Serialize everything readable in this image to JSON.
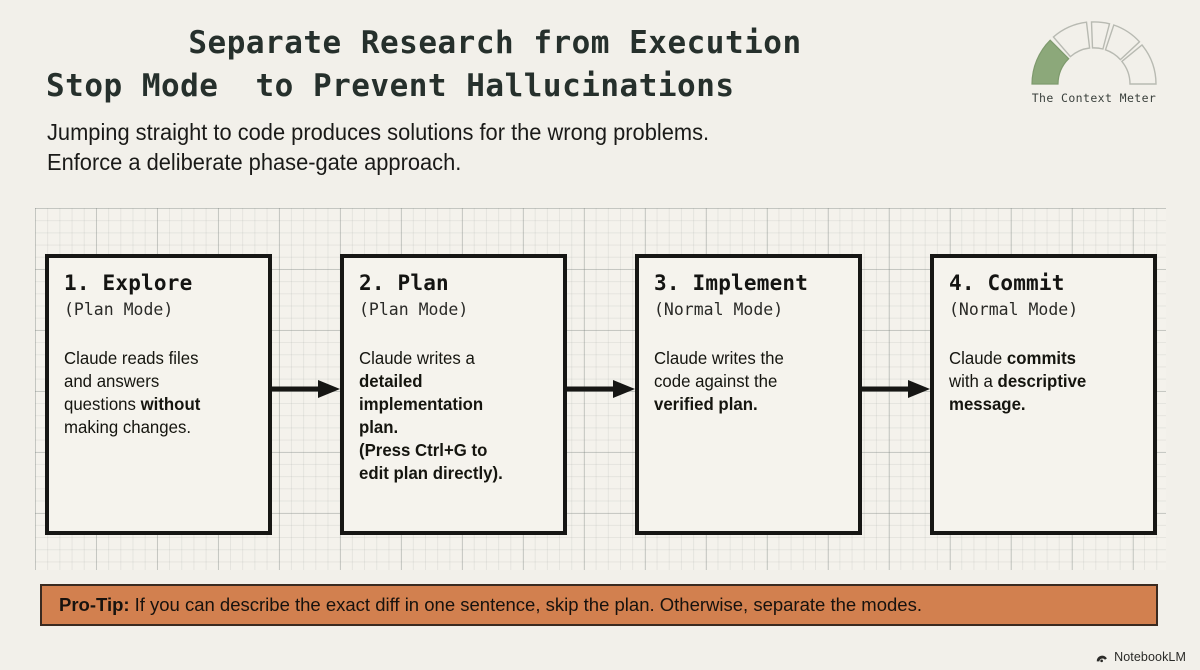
{
  "header": {
    "eyebrow": "Stop Mode",
    "title_lines": [
      "Separate Research from Execution",
      "to Prevent Hallucinations"
    ],
    "subtitle_lines": [
      "Jumping straight to code produces solutions for the wrong problems.",
      "Enforce a deliberate phase-gate approach."
    ]
  },
  "context_meter": {
    "label": "The Context Meter",
    "segments_total": 5,
    "segments_filled": 1,
    "fill_color": "#8ca87a",
    "empty_stroke": "#b8bab2"
  },
  "flow": {
    "arrow_count": 3,
    "cards": [
      {
        "title": "1. Explore",
        "mode": "(Plan Mode)",
        "body_lines": [
          [
            {
              "t": "Claude reads files",
              "b": false
            }
          ],
          [
            {
              "t": "and answers",
              "b": false
            }
          ],
          [
            {
              "t": "questions ",
              "b": false
            },
            {
              "t": "without",
              "b": true
            }
          ],
          [
            {
              "t": "making changes.",
              "b": false
            }
          ]
        ]
      },
      {
        "title": "2. Plan",
        "mode": "(Plan Mode)",
        "body_lines": [
          [
            {
              "t": "Claude writes a",
              "b": false
            }
          ],
          [
            {
              "t": "detailed",
              "b": true
            }
          ],
          [
            {
              "t": "implementation",
              "b": true
            }
          ],
          [
            {
              "t": "plan.",
              "b": true
            }
          ],
          [
            {
              "t": "(Press Ctrl+G to",
              "b": true
            }
          ],
          [
            {
              "t": "edit plan directly).",
              "b": true
            }
          ]
        ]
      },
      {
        "title": "3. Implement",
        "mode": "(Normal Mode)",
        "body_lines": [
          [
            {
              "t": "Claude writes the",
              "b": false
            }
          ],
          [
            {
              "t": "code against the",
              "b": false
            }
          ],
          [
            {
              "t": "verified plan.",
              "b": true
            }
          ]
        ]
      },
      {
        "title": "4. Commit",
        "mode": "(Normal Mode)",
        "body_lines": [
          [
            {
              "t": "Claude ",
              "b": false
            },
            {
              "t": "commits",
              "b": true
            }
          ],
          [
            {
              "t": "with a ",
              "b": false
            },
            {
              "t": "descriptive",
              "b": true
            }
          ],
          [
            {
              "t": "message.",
              "b": true
            }
          ]
        ]
      }
    ]
  },
  "protip": {
    "label": "Pro-Tip:",
    "text": "If you can describe the exact diff in one sentence, skip the plan. Otherwise, separate the modes.",
    "background": "#d2804f"
  },
  "footer": {
    "brand": "NotebookLM"
  }
}
